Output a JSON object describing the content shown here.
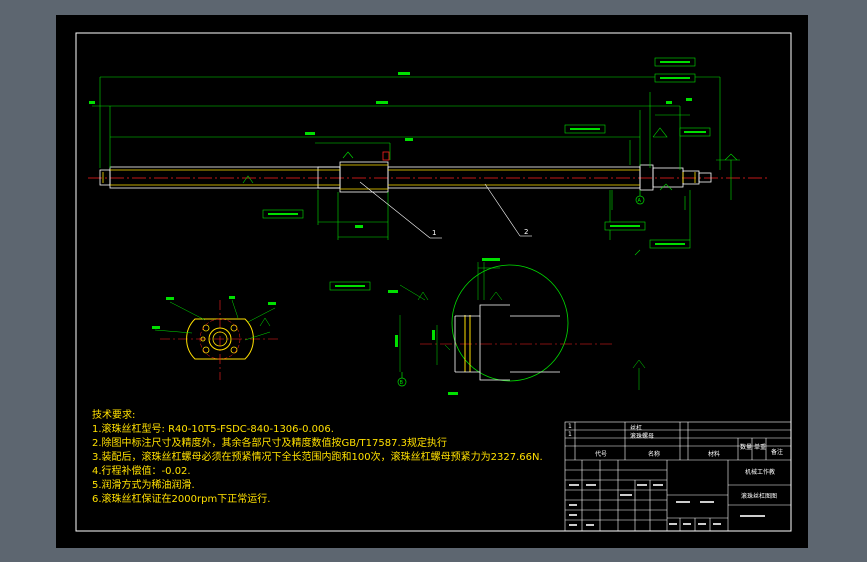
{
  "colors": {
    "background": "#5d6670",
    "paper": "#000000",
    "outline": "#ffffff",
    "part": "#ffe000",
    "centerline": "#ff2020",
    "dimension": "#00e000",
    "leader": "#ffffff"
  },
  "labels": {
    "callout_1": "1",
    "callout_2": "2",
    "datum_a": "A",
    "datum_b": "B"
  },
  "notes": {
    "title": "技术要求:",
    "items": [
      "1.滚珠丝杠型号: R40-10T5-FSDC-840-1306-0.006.",
      "2.除图中标注尺寸及精度外，其余各部尺寸及精度数值按GB/T17587.3规定执行",
      "3.装配后，滚珠丝杠螺母必须在预紧情况下全长范围内跑和100次，滚珠丝杠螺母预紧力为2327.66N.",
      "4.行程补偿值：-0.02.",
      "5.润滑方式为稀油润滑.",
      "6.滚珠丝杠保证在2000rpm下正常运行."
    ]
  },
  "title_block": {
    "row1_num": "1",
    "row1_name": "丝杠",
    "row2_num": "1",
    "row2_name": "滚珠螺母",
    "col_code": "代号",
    "col_name": "名称",
    "col_material": "材料",
    "col_qty": "数量",
    "col_weight": "单重",
    "col_remark": "备注",
    "school": "机械工作教",
    "drawing_name": "滚珠丝杠图图"
  }
}
